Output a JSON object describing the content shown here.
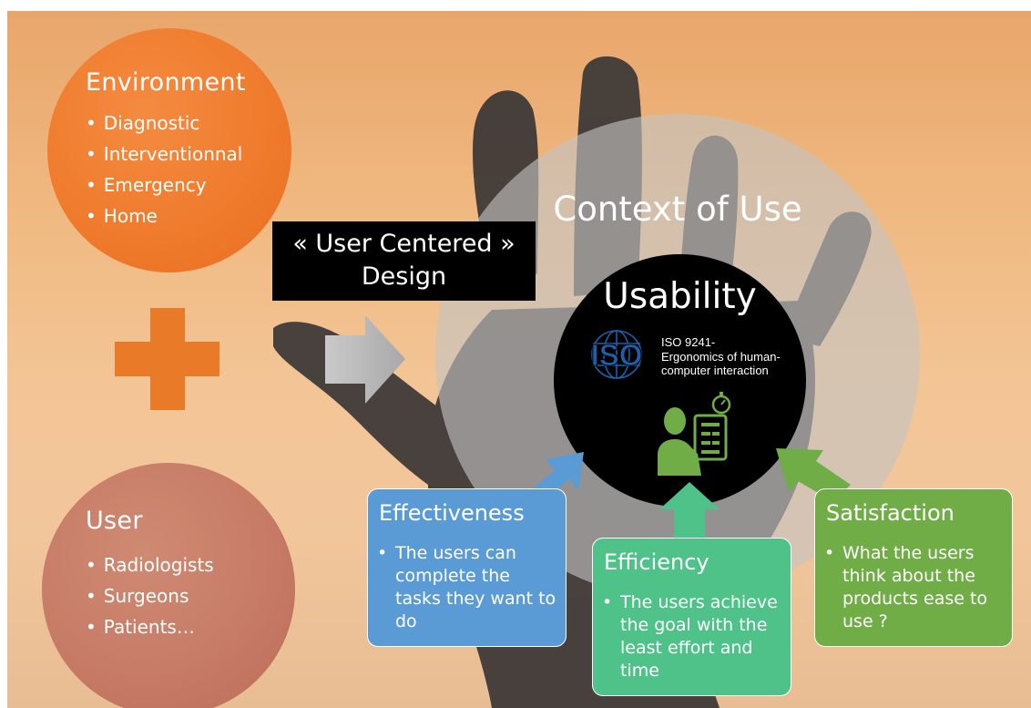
{
  "environment": {
    "title": "Environment",
    "items": [
      "Diagnostic",
      "Interventionnal",
      "Emergency",
      "Home"
    ]
  },
  "user": {
    "title": "User",
    "items": [
      "Radiologists",
      "Surgeons",
      "Patients…"
    ]
  },
  "user_centered": {
    "line1": "« User Centered »",
    "line2": "Design"
  },
  "context_of_use": "Context of Use",
  "usability": {
    "title": "Usability",
    "iso_logo": "ISO",
    "iso_line1": "ISO 9241-",
    "iso_line2": "Ergonomics of human-",
    "iso_line3": "computer interaction"
  },
  "effectiveness": {
    "title": "Effectiveness",
    "items": [
      "The users can complete the tasks they want to do"
    ]
  },
  "efficiency": {
    "title": "Efficiency",
    "items": [
      "The users achieve the goal with the least effort and time"
    ]
  },
  "satisfaction": {
    "title": "Satisfaction",
    "items": [
      "What the users think about the products ease to use ?"
    ]
  },
  "colors": {
    "environment": "#ef7a2c",
    "user": "#c67a65",
    "plus": "#e97a28",
    "effectiveness": "#5b9bd5",
    "efficiency": "#4fc28a",
    "satisfaction": "#70ad47",
    "usability_icon": "#70ad47"
  },
  "icons": [
    "plus-icon",
    "right-arrow-icon",
    "iso-globe-logo",
    "user-task-stopwatch-icon",
    "up-arrow-icon"
  ]
}
